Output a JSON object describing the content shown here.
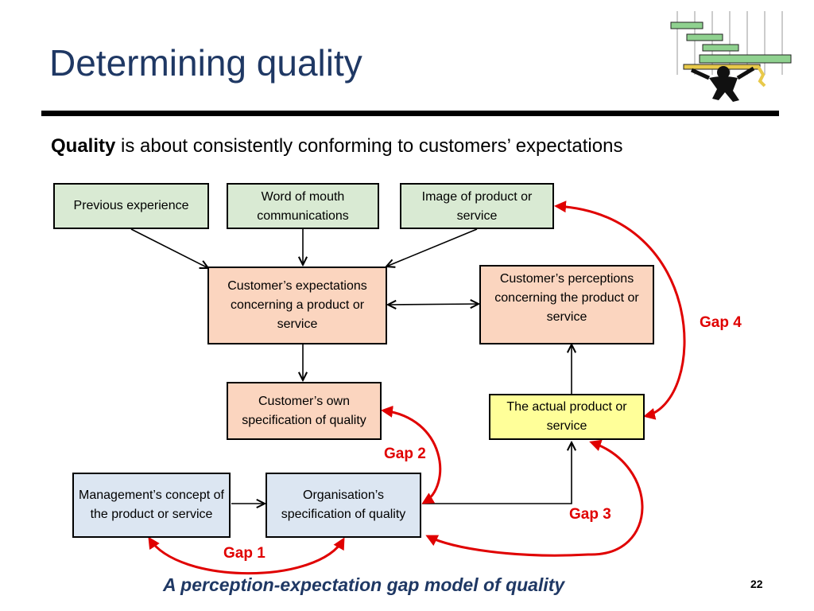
{
  "slide": {
    "title": "Determining quality",
    "subtitle_bold": "Quality",
    "subtitle_rest": " is about consistently conforming to customers’ expectations",
    "caption": "A perception-expectation gap model of quality",
    "page_number": "22"
  },
  "boxes": {
    "previous_experience": "Previous experience",
    "word_of_mouth": "Word of mouth communications",
    "image_of_product": "Image of product or service",
    "customer_expectations": "Customer’s expectations concerning a product or service",
    "customer_perceptions": "Customer’s perceptions concerning the product or service",
    "customer_own_spec": "Customer’s own specification of quality",
    "actual_product": "The actual product or service",
    "management_concept": "Management’s concept of the product or service",
    "organisation_spec": "Organisation’s specification of quality"
  },
  "gaps": {
    "gap1": "Gap 1",
    "gap2": "Gap 2",
    "gap3": "Gap 3",
    "gap4": "Gap 4"
  },
  "colors": {
    "title": "#1f3864",
    "gap": "#e00000",
    "influence_boxes": "#d9ead3",
    "customer_boxes": "#fbd5bf",
    "product_box": "#ffff99",
    "organisation_boxes": "#dce6f2"
  },
  "decoration": {
    "clipart": "person-carrying-schedule-bars-icon"
  }
}
